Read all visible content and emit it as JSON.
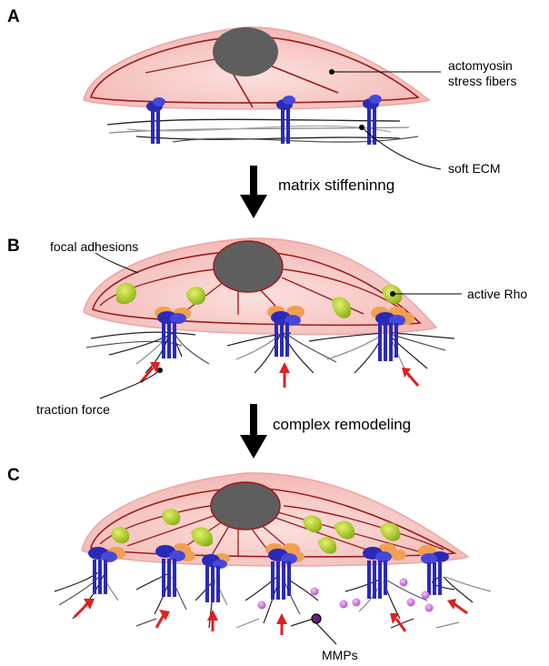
{
  "panels": {
    "a": {
      "letter": "A",
      "labels": {
        "stress_fibers_line1": "actomyosin",
        "stress_fibers_line2": "stress fibers",
        "ecm": "soft ECM"
      }
    },
    "b": {
      "letter": "B",
      "labels": {
        "focal_adhesions": "focal adhesions",
        "active_rho": "active Rho",
        "traction_force": "traction force"
      }
    },
    "c": {
      "letter": "C",
      "labels": {
        "mmps": "MMPs"
      }
    }
  },
  "transitions": [
    {
      "label": "matrix stiffeninng"
    },
    {
      "label": "complex remodeling"
    }
  ],
  "colors": {
    "cell_fill": "#f6c9c6",
    "cell_outline": "#9e1b1b",
    "nucleus": "#5e5e5e",
    "integrin": "#2a2ab8",
    "adaptor": "#f0a050",
    "rho": "#a6c81e",
    "traction_arrow": "#e02020",
    "mmp": "#c060d8"
  }
}
